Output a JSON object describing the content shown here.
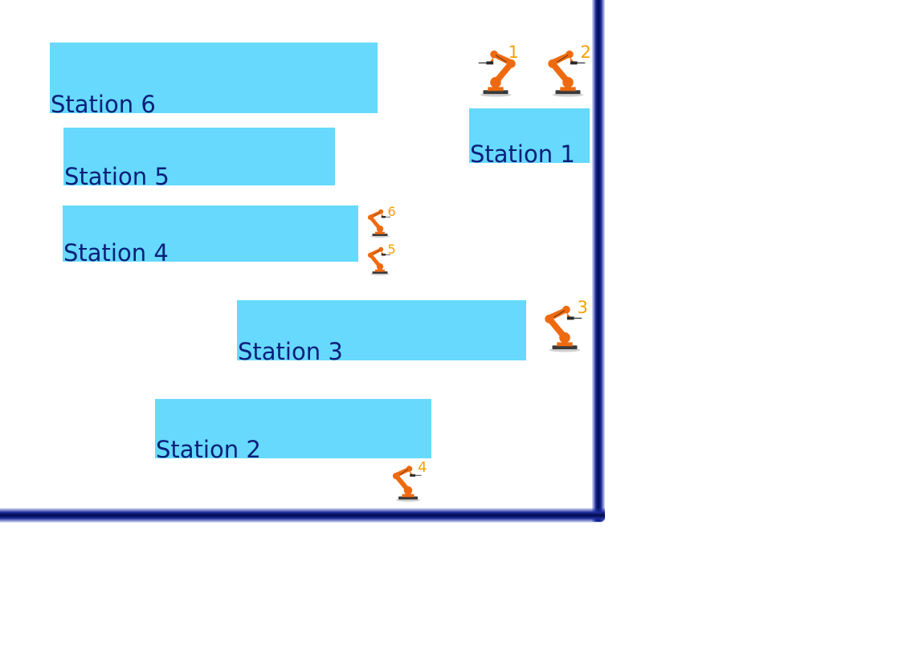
{
  "stations": [
    {
      "id": "station-6",
      "label": "Station 6"
    },
    {
      "id": "station-5",
      "label": "Station 5"
    },
    {
      "id": "station-4",
      "label": "Station 4"
    },
    {
      "id": "station-3",
      "label": "Station 3"
    },
    {
      "id": "station-2",
      "label": "Station 2"
    },
    {
      "id": "station-1",
      "label": "Station 1"
    }
  ],
  "robots": [
    {
      "id": "robot-1",
      "number": "1"
    },
    {
      "id": "robot-2",
      "number": "2"
    },
    {
      "id": "robot-3",
      "number": "3"
    },
    {
      "id": "robot-4",
      "number": "4"
    },
    {
      "id": "robot-5",
      "number": "5"
    },
    {
      "id": "robot-6",
      "number": "6"
    }
  ],
  "colors": {
    "station_fill": "#66d9fc",
    "station_text": "#0a1f7a",
    "wall": "#000a4a",
    "robot_body": "#ee6a10",
    "robot_number": "#f5a100"
  },
  "icons": {
    "robot": "industrial-robot-arm-icon"
  }
}
